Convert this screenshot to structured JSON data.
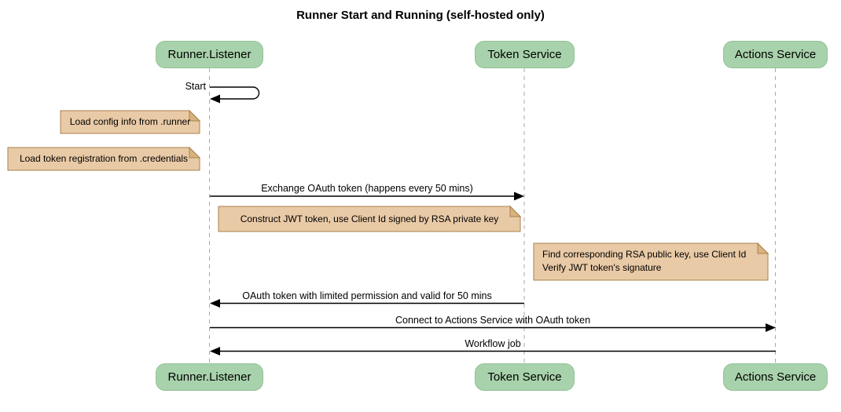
{
  "title": "Runner Start and Running (self-hosted only)",
  "participants": [
    {
      "label": "Runner.Listener"
    },
    {
      "label": "Token Service"
    },
    {
      "label": "Actions Service"
    }
  ],
  "messages": [
    {
      "label": "Start",
      "from": "Runner.Listener",
      "to": "Runner.Listener",
      "kind": "self"
    },
    {
      "label": "Exchange OAuth token (happens every 50 mins)",
      "from": "Runner.Listener",
      "to": "Token Service",
      "kind": "solid-arrow"
    },
    {
      "label": "OAuth token with limited permission and valid for 50 mins",
      "from": "Token Service",
      "to": "Runner.Listener",
      "kind": "solid-arrow"
    },
    {
      "label": "Connect to Actions Service with OAuth token",
      "from": "Runner.Listener",
      "to": "Actions Service",
      "kind": "solid-arrow"
    },
    {
      "label": "Workflow job",
      "from": "Actions Service",
      "to": "Runner.Listener",
      "kind": "solid-arrow"
    }
  ],
  "notes": [
    {
      "text": "Load config info from .runner",
      "placement": "left of Runner.Listener"
    },
    {
      "text": "Load token registration from .credentials",
      "placement": "left of Runner.Listener"
    },
    {
      "text": "Construct JWT token, use Client Id signed by RSA private key",
      "placement": "between Runner.Listener and Token Service"
    },
    {
      "lines": [
        "Find corresponding RSA public key, use Client Id",
        "Verify JWT token's signature"
      ],
      "placement": "left of Actions Service"
    }
  ],
  "colors": {
    "participant_fill": "#A8D2AB",
    "participant_border": "#93C297",
    "note_fill": "#E9CAA6",
    "note_border": "#A9814C",
    "note_fold": "#D9B37F",
    "lifeline": "#A8A8A8",
    "arrow": "#000000",
    "background": "#FFFFFF",
    "text": "#000000"
  }
}
